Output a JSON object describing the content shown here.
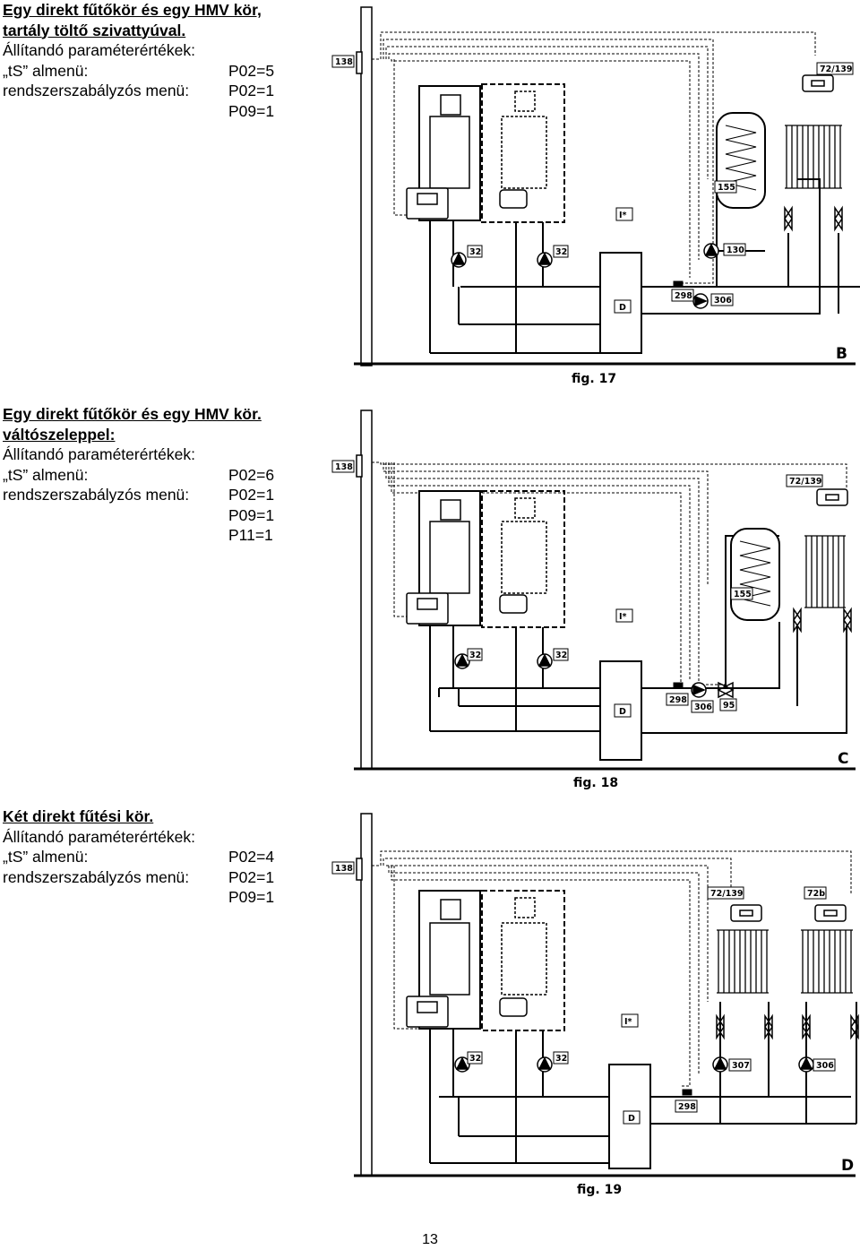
{
  "page_number": "13",
  "sections": [
    {
      "title_lines": [
        "Egy direkt fűtőkör és egy HMV kör,",
        "tartály töltő szivattyúval."
      ],
      "settings_heading": "Állítandó paraméterértékek:",
      "params": [
        {
          "label": "„tS” almenü:",
          "value": "P02=5"
        },
        {
          "label": "rendszerszabályzós menü:",
          "value": "P02=1"
        },
        {
          "label": "",
          "value": "P09=1"
        }
      ],
      "figure": {
        "caption": "fig. 17",
        "corner_letter": "B",
        "labels": {
          "wall_box": "138",
          "thermostat": "72/139",
          "tank_sensor": "155",
          "tank_pump": "130",
          "pump_left": "32",
          "pump_right": "32",
          "separator": "D",
          "valve_i": "I*",
          "outdoor": "298",
          "heat_pump": "306"
        }
      }
    },
    {
      "title_lines": [
        "Egy direkt fűtőkör és egy HMV kör.",
        "váltószeleppel:"
      ],
      "settings_heading": "Állítandó paraméterértékek:",
      "params": [
        {
          "label": "„tS” almenü:",
          "value": "P02=6"
        },
        {
          "label": "rendszerszabályzós menü:",
          "value": "P02=1"
        },
        {
          "label": "",
          "value": "P09=1"
        },
        {
          "label": "",
          "value": "P11=1"
        }
      ],
      "figure": {
        "caption": "fig. 18",
        "corner_letter": "C",
        "labels": {
          "wall_box": "138",
          "thermostat": "72/139",
          "tank_sensor": "155",
          "pump_left": "32",
          "pump_right": "32",
          "separator": "D",
          "valve_i": "I*",
          "outdoor": "298",
          "heat_pump": "306",
          "three_way": "95"
        }
      }
    },
    {
      "title_lines": [
        "Két direkt fűtési kör."
      ],
      "settings_heading": "Állítandó paraméterértékek:",
      "params": [
        {
          "label": "„tS” almenü:",
          "value": "P02=4"
        },
        {
          "label": "rendszerszabályzós menü:",
          "value": "P02=1"
        },
        {
          "label": "",
          "value": "P09=1"
        }
      ],
      "figure": {
        "caption": "fig. 19",
        "corner_letter": "D",
        "labels": {
          "wall_box": "138",
          "thermostat": "72/139",
          "thermostat2": "72b",
          "pump_left": "32",
          "pump_right": "32",
          "separator": "D",
          "valve_i": "I*",
          "outdoor": "298",
          "pump_a": "307",
          "pump_b": "306"
        }
      }
    }
  ]
}
